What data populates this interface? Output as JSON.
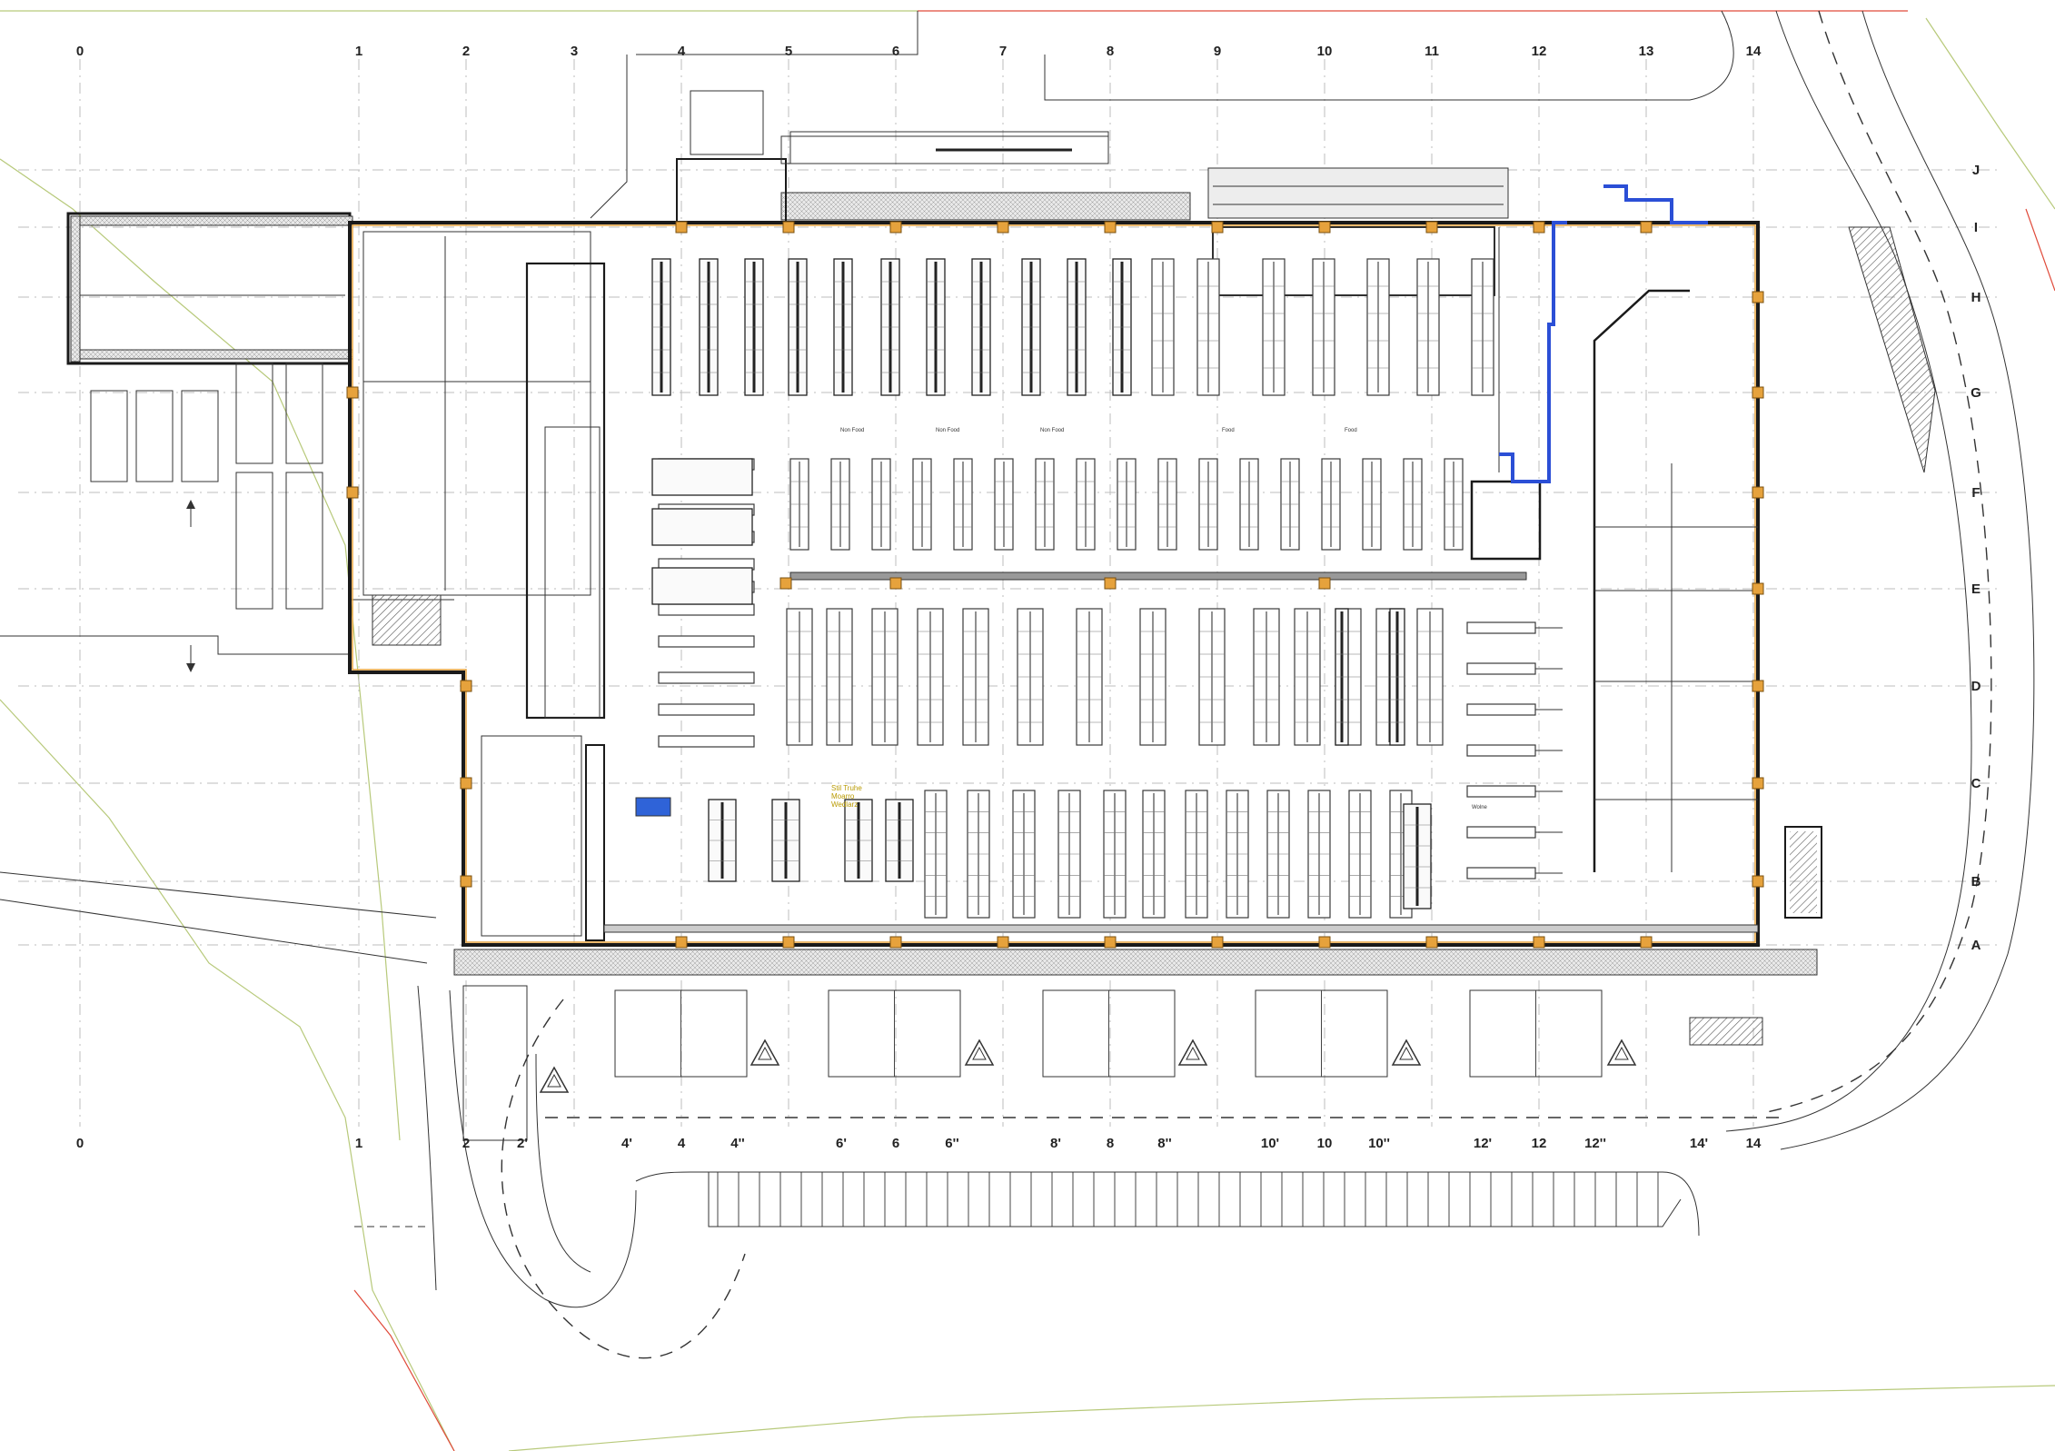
{
  "axes": {
    "top_columns": [
      "0",
      "1",
      "2",
      "3",
      "4",
      "5",
      "6",
      "7",
      "8",
      "9",
      "10",
      "11",
      "12",
      "13",
      "14"
    ],
    "bottom_columns": [
      "0",
      "1",
      "2",
      "2'",
      "4'",
      "4",
      "4''",
      "6'",
      "6",
      "6''",
      "8'",
      "8",
      "8''",
      "10'",
      "10",
      "10''",
      "12'",
      "12",
      "12''",
      "14'",
      "14"
    ],
    "rows": [
      "J",
      "I",
      "H",
      "G",
      "F",
      "E",
      "D",
      "C",
      "B",
      "A"
    ]
  },
  "annotations": {
    "food_label": "Food",
    "non_food_label": "Non Food",
    "meat_label": "Wolne",
    "promo_label": "Stil Truhe\nMoarro\nWedlarz"
  },
  "colors": {
    "wall": "#1a1a1a",
    "column": "#e6a23c",
    "grid": "#bdbdbd",
    "duct": "#2b4fd6",
    "site_boundary": "#b7c97a",
    "property_line": "#e04a3a"
  }
}
